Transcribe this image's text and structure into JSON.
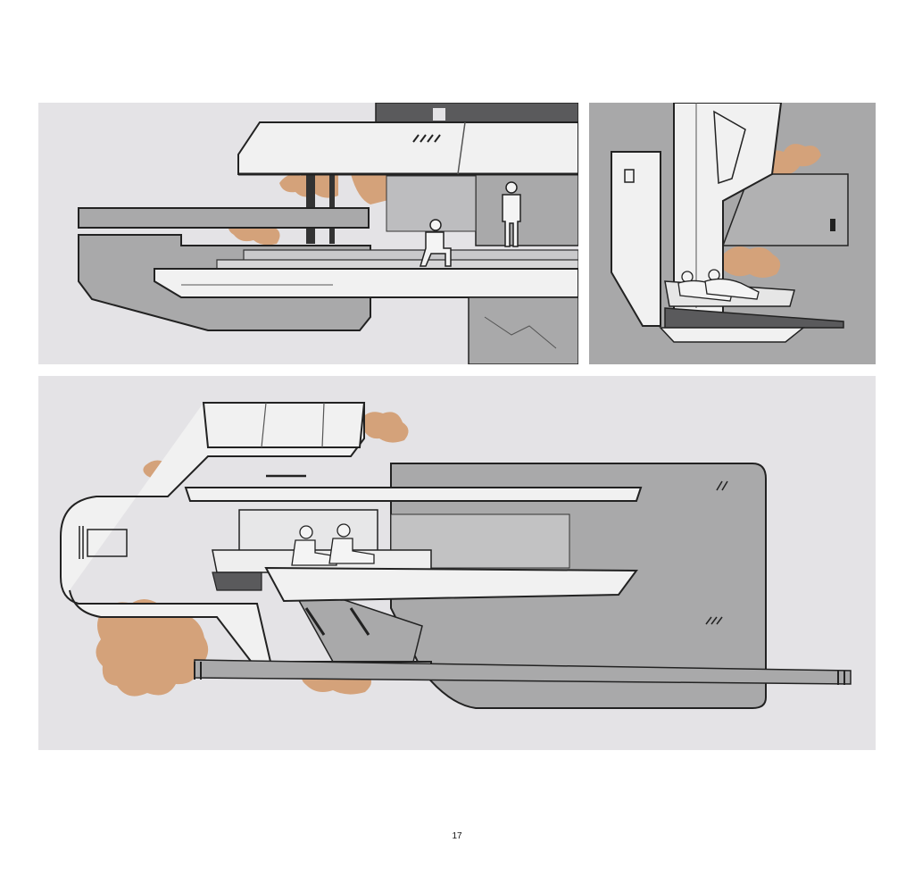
{
  "page": {
    "number": "17",
    "colors": {
      "panel_light": "#e4e3e6",
      "panel_grey": "#a8a8a9",
      "concrete": "#a9a9aa",
      "foliage": "#d4a27a",
      "ink": "#222222",
      "slab_white": "#f1f1f1"
    },
    "illustrations": [
      {
        "id": "panel-1",
        "subject": "building-section-with-figures"
      },
      {
        "id": "panel-2",
        "subject": "vertical-pod-with-reclining-figures"
      },
      {
        "id": "panel-3",
        "subject": "vehicle-pod-cross-section"
      }
    ]
  }
}
